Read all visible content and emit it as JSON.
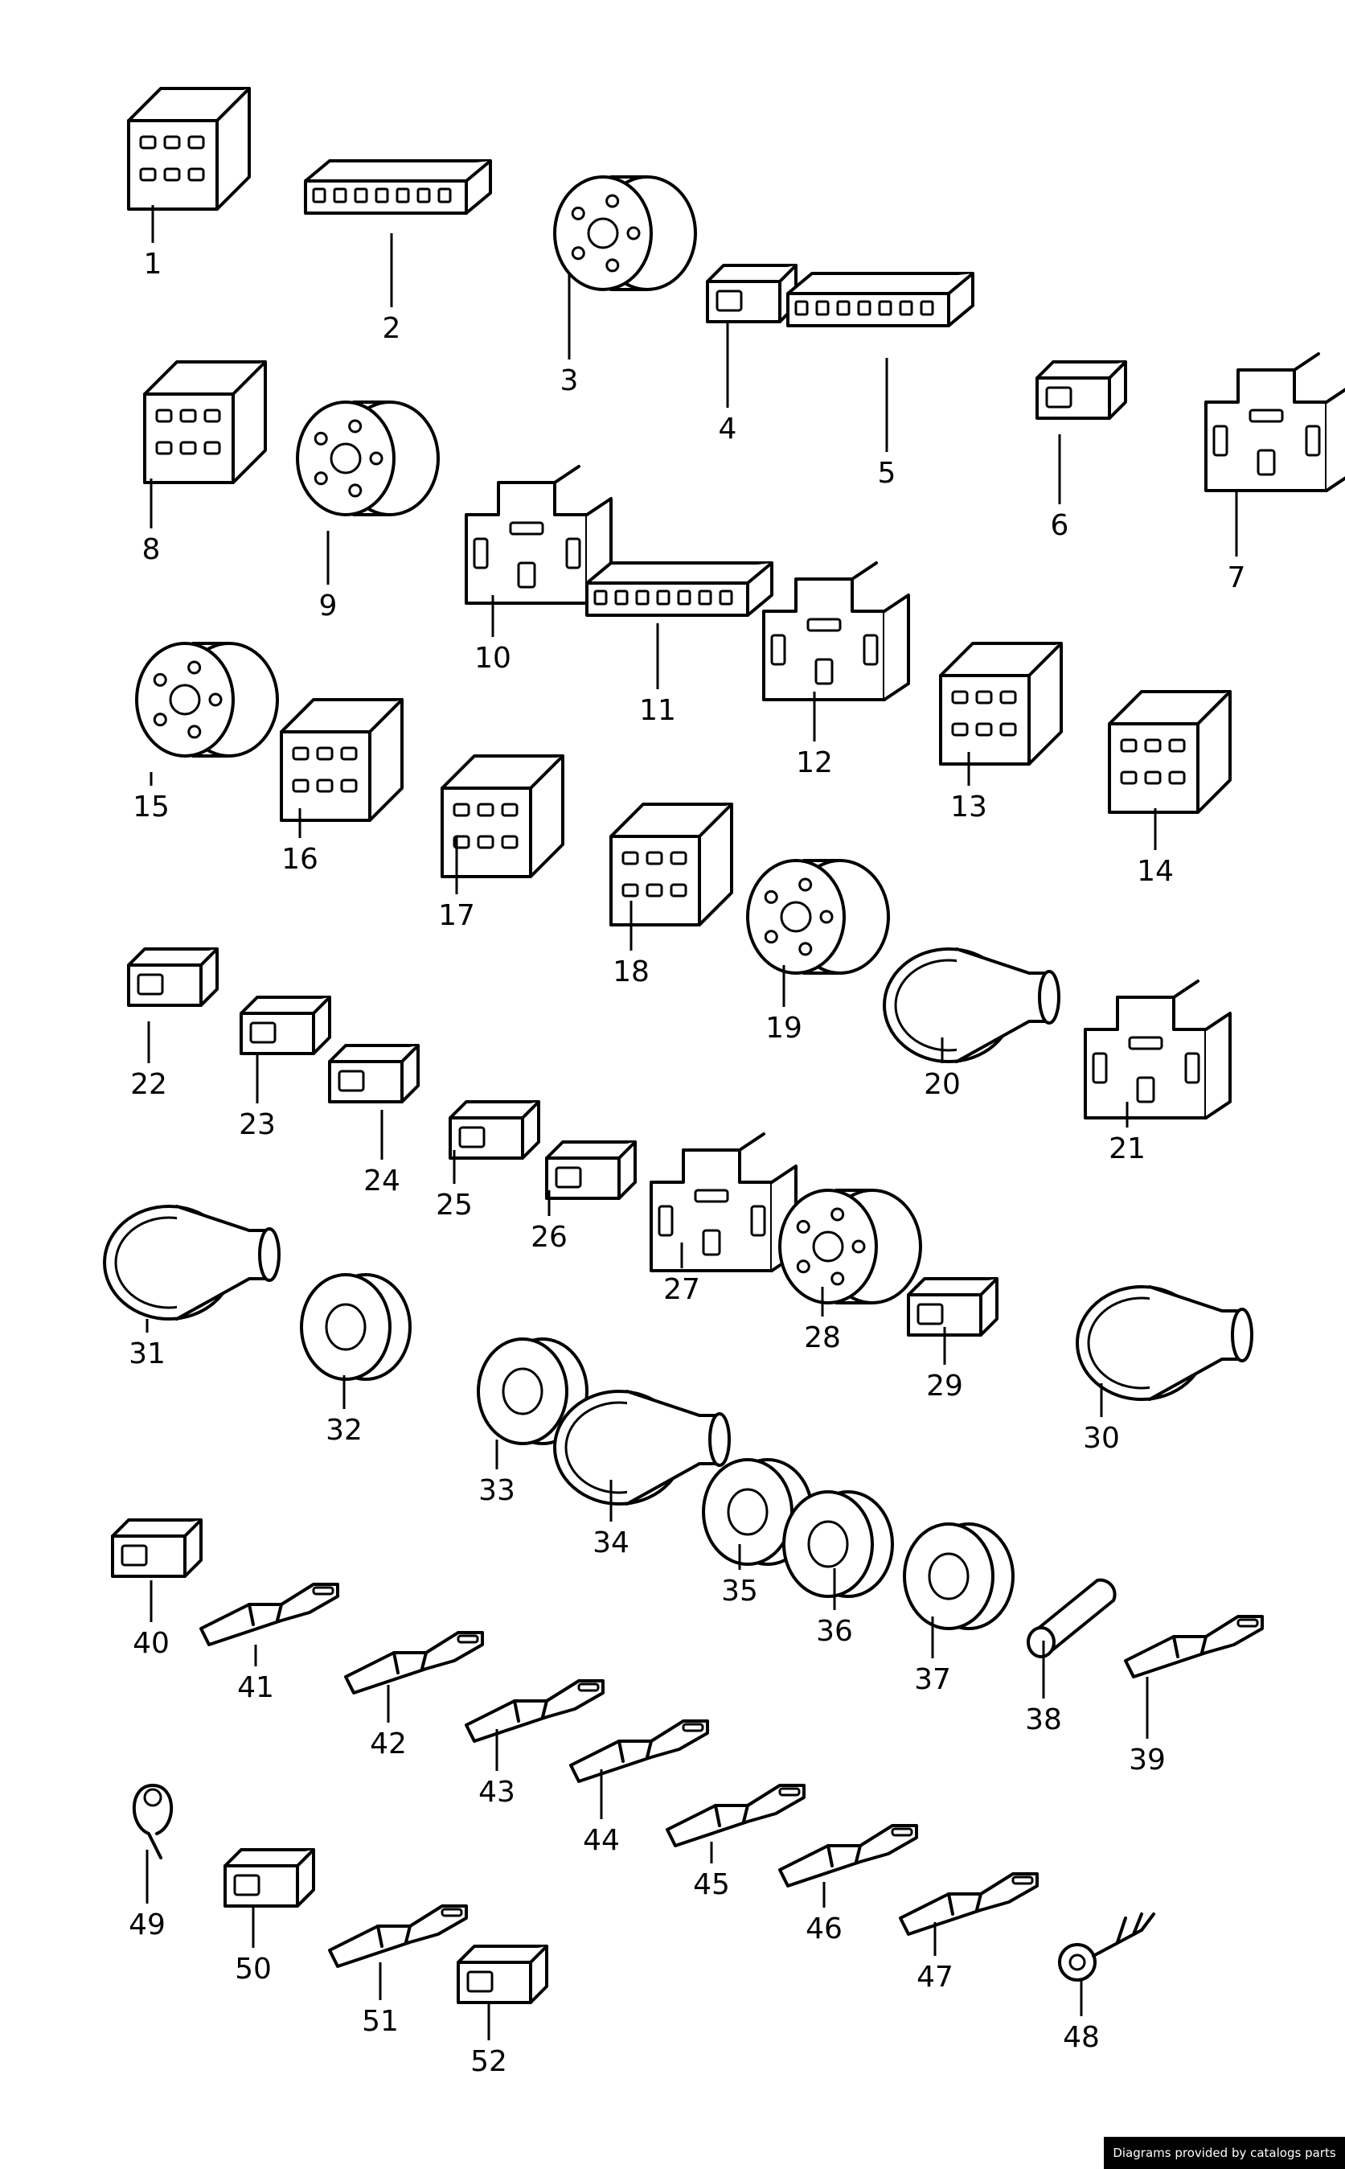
{
  "credit": "Diagrams provided by catalogs parts",
  "callouts": [
    {
      "label": "1",
      "shape": "block"
    },
    {
      "label": "2",
      "shape": "strip"
    },
    {
      "label": "3",
      "shape": "round"
    },
    {
      "label": "4",
      "shape": "small"
    },
    {
      "label": "5",
      "shape": "strip"
    },
    {
      "label": "6",
      "shape": "small"
    },
    {
      "label": "7",
      "shape": "relay"
    },
    {
      "label": "8",
      "shape": "block"
    },
    {
      "label": "9",
      "shape": "round"
    },
    {
      "label": "10",
      "shape": "relay"
    },
    {
      "label": "11",
      "shape": "strip"
    },
    {
      "label": "12",
      "shape": "relay"
    },
    {
      "label": "13",
      "shape": "block"
    },
    {
      "label": "14",
      "shape": "block"
    },
    {
      "label": "15",
      "shape": "round"
    },
    {
      "label": "16",
      "shape": "block"
    },
    {
      "label": "17",
      "shape": "block"
    },
    {
      "label": "18",
      "shape": "block"
    },
    {
      "label": "19",
      "shape": "round"
    },
    {
      "label": "20",
      "shape": "boot"
    },
    {
      "label": "21",
      "shape": "relay"
    },
    {
      "label": "22",
      "shape": "small"
    },
    {
      "label": "23",
      "shape": "small"
    },
    {
      "label": "24",
      "shape": "small"
    },
    {
      "label": "25",
      "shape": "small"
    },
    {
      "label": "26",
      "shape": "small"
    },
    {
      "label": "27",
      "shape": "relay"
    },
    {
      "label": "28",
      "shape": "round"
    },
    {
      "label": "29",
      "shape": "small"
    },
    {
      "label": "30",
      "shape": "boot"
    },
    {
      "label": "31",
      "shape": "boot"
    },
    {
      "label": "32",
      "shape": "grommet"
    },
    {
      "label": "33",
      "shape": "grommet"
    },
    {
      "label": "34",
      "shape": "boot"
    },
    {
      "label": "35",
      "shape": "grommet"
    },
    {
      "label": "36",
      "shape": "grommet"
    },
    {
      "label": "37",
      "shape": "grommet"
    },
    {
      "label": "38",
      "shape": "tube"
    },
    {
      "label": "39",
      "shape": "terminal"
    },
    {
      "label": "40",
      "shape": "small"
    },
    {
      "label": "41",
      "shape": "terminal"
    },
    {
      "label": "42",
      "shape": "terminal"
    },
    {
      "label": "43",
      "shape": "terminal"
    },
    {
      "label": "44",
      "shape": "terminal"
    },
    {
      "label": "45",
      "shape": "terminal"
    },
    {
      "label": "46",
      "shape": "terminal"
    },
    {
      "label": "47",
      "shape": "terminal"
    },
    {
      "label": "48",
      "shape": "ring"
    },
    {
      "label": "49",
      "shape": "clip"
    },
    {
      "label": "50",
      "shape": "small"
    },
    {
      "label": "51",
      "shape": "terminal"
    },
    {
      "label": "52",
      "shape": "small"
    }
  ]
}
